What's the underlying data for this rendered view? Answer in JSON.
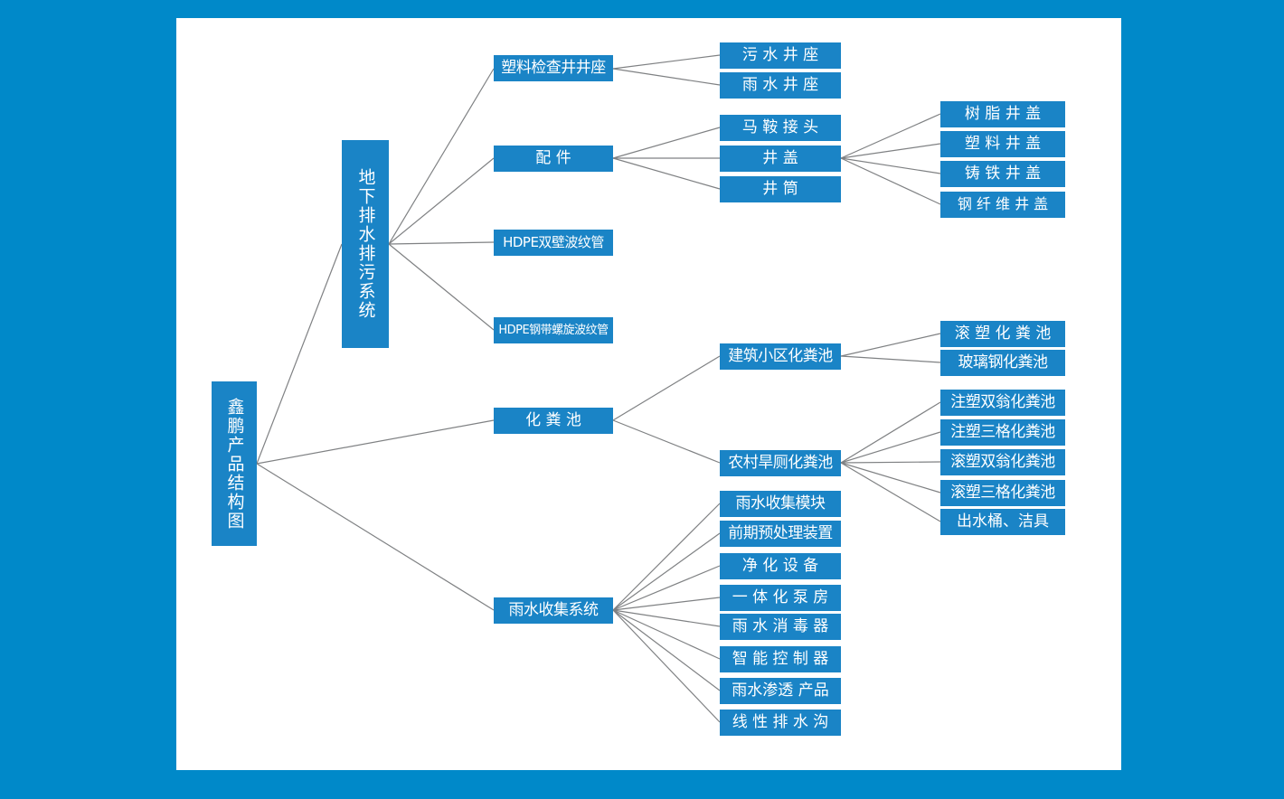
{
  "page": {
    "background_color": "#0089c9",
    "canvas_color": "#ffffff",
    "node_color": "#1a84c6",
    "node_text_color": "#ffffff",
    "edge_color": "#7f8183"
  },
  "diagram": {
    "root": {
      "label": "鑫鹏产品结构图"
    },
    "level1": [
      {
        "label": "地下排水排污系统"
      }
    ],
    "level2": [
      {
        "label": "塑料检查井井座"
      },
      {
        "label": "配    件"
      },
      {
        "label": "HDPE双壁波纹管"
      },
      {
        "label": "HDPE钢带螺旋波纹管"
      },
      {
        "label": "化  粪  池"
      },
      {
        "label": "雨水收集系统"
      }
    ],
    "level3": {
      "plastic_inspection_well_base": [
        {
          "label": "污 水 井 座"
        },
        {
          "label": "雨 水 井 座"
        }
      ],
      "fittings": [
        {
          "label": "马 鞍 接 头"
        },
        {
          "label": "井      盖"
        },
        {
          "label": "井      筒"
        }
      ],
      "septic_tank": [
        {
          "label": "建筑小区化粪池"
        },
        {
          "label": "农村旱厕化粪池"
        }
      ],
      "rainwater_collection_system": [
        {
          "label": "雨水收集模块"
        },
        {
          "label": "前期预处理装置"
        },
        {
          "label": "净 化 设 备"
        },
        {
          "label": "一 体 化 泵 房"
        },
        {
          "label": "雨 水 消 毒 器"
        },
        {
          "label": "智 能 控 制 器"
        },
        {
          "label": "雨水渗透 产品"
        },
        {
          "label": "线 性 排 水 沟"
        }
      ]
    },
    "level4": {
      "manhole_cover": [
        {
          "label": "树 脂 井 盖"
        },
        {
          "label": "塑 料 井 盖"
        },
        {
          "label": "铸 铁 井 盖"
        },
        {
          "label": "钢 纤 维 井 盖"
        }
      ],
      "residential_septic_tank": [
        {
          "label": "滚 塑 化 粪 池"
        },
        {
          "label": "玻璃钢化粪池"
        }
      ],
      "rural_toilet_septic_tank": [
        {
          "label": "注塑双翁化粪池"
        },
        {
          "label": "注塑三格化粪池"
        },
        {
          "label": "滚塑双翁化粪池"
        },
        {
          "label": "滚塑三格化粪池"
        },
        {
          "label": "出水桶、洁具"
        }
      ]
    }
  }
}
